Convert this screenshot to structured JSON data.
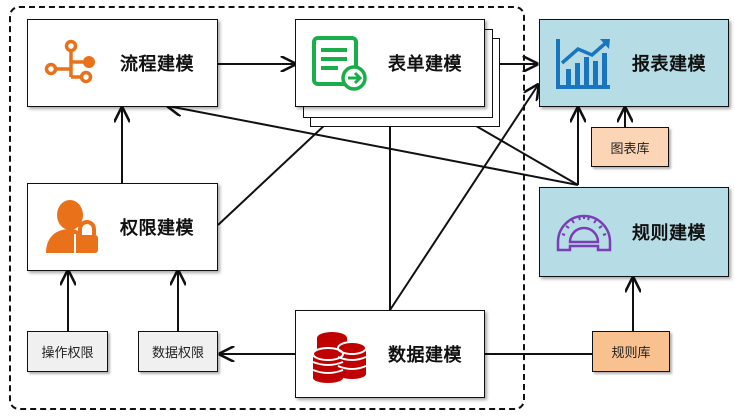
{
  "diagram": {
    "title": "",
    "nodes": {
      "flow": {
        "label": "流程建模",
        "icon": "flow-branch-icon",
        "color": "#e8711a"
      },
      "form": {
        "label": "表单建模",
        "icon": "form-document-icon",
        "color": "#1aae4a"
      },
      "report": {
        "label": "报表建模",
        "icon": "bar-chart-trend-icon",
        "color": "#1a75c0"
      },
      "permission": {
        "label": "权限建模",
        "icon": "user-lock-icon",
        "color": "#e8711a"
      },
      "rule": {
        "label": "规则建模",
        "icon": "protractor-icon",
        "color": "#7b3fb5"
      },
      "data": {
        "label": "数据建模",
        "icon": "database-stack-icon",
        "color": "#c00000"
      },
      "op_permission": {
        "label": "操作权限"
      },
      "data_permission": {
        "label": "数据权限"
      },
      "chart_lib": {
        "label": "图表库"
      },
      "rule_lib": {
        "label": "规则库"
      }
    },
    "edges": [
      {
        "from": "flow",
        "to": "form"
      },
      {
        "from": "form",
        "to": "report"
      },
      {
        "from": "permission",
        "to": "flow"
      },
      {
        "from": "permission",
        "to": "form"
      },
      {
        "from": "op_permission",
        "to": "permission"
      },
      {
        "from": "data_permission",
        "to": "permission"
      },
      {
        "from": "data",
        "to": "data_permission"
      },
      {
        "from": "data",
        "to": "form"
      },
      {
        "from": "data",
        "to": "report"
      },
      {
        "from": "rule",
        "to": "flow"
      },
      {
        "from": "rule",
        "to": "form"
      },
      {
        "from": "rule",
        "to": "report"
      },
      {
        "from": "chart_lib",
        "to": "report"
      },
      {
        "from": "rule_lib",
        "to": "rule"
      },
      {
        "from": "rule_lib",
        "to": "data"
      }
    ],
    "colors": {
      "core_fill": "#ffffff",
      "external_fill": "#b6dce6",
      "sub_gray": "#f0f0f0",
      "chart_lib_fill": "#fbd5b5",
      "rule_lib_fill": "#f9c090"
    }
  }
}
